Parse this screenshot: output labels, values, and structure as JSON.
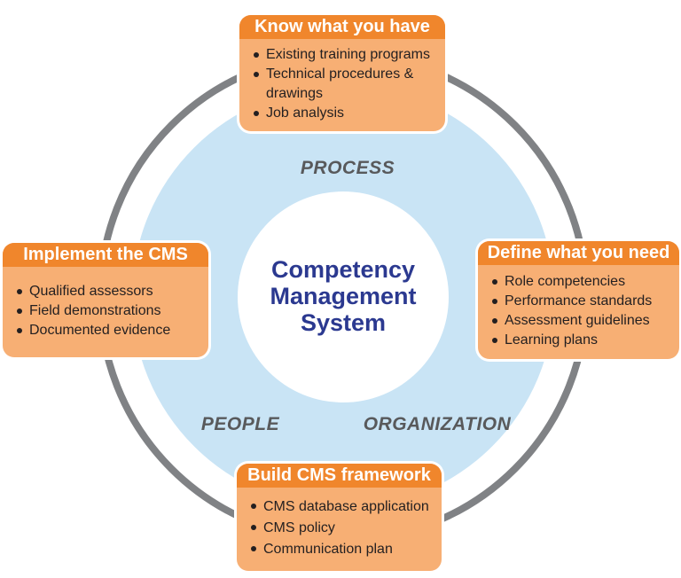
{
  "diagram": {
    "center": {
      "title": "Competency Management System",
      "title_lines": [
        "Competency",
        "Management",
        "System"
      ]
    },
    "regions": {
      "process": "PROCESS",
      "people": "PEOPLE",
      "organization": "ORGANIZATION"
    },
    "colors": {
      "ring_gray": "#808285",
      "inner_blue": "#C9E4F5",
      "center_white": "#FFFFFF",
      "header_orange": "#F0862C",
      "body_orange": "#F7AF74",
      "header_text": "#FFFFFF",
      "title_blue": "#2B3990",
      "label_gray": "#58595B",
      "bullet_text": "#231F20"
    },
    "boxes": {
      "top": {
        "title": "Know what you have",
        "items": [
          "Existing training programs",
          "Technical procedures & drawings",
          "Job analysis"
        ]
      },
      "right": {
        "title": "Define what you need",
        "items": [
          "Role competencies",
          "Performance standards",
          "Assessment guidelines",
          "Learning plans"
        ]
      },
      "left": {
        "title": "Implement the CMS",
        "items": [
          "Qualified assessors",
          "Field demonstrations",
          "Documented evidence"
        ]
      },
      "bottom": {
        "title": "Build CMS framework",
        "items": [
          "CMS database application",
          "CMS policy",
          "Communication plan"
        ]
      }
    }
  }
}
